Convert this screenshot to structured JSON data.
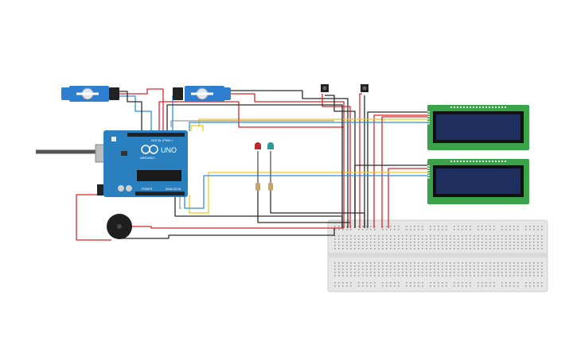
{
  "arduino": {
    "model_label": "UNO",
    "brand_label": "ARDUINO",
    "digital_label": "DIGITAL (PWM~)",
    "power_label": "POWER",
    "analog_label": "ANALOG IN"
  },
  "colors": {
    "wire_red": "#d9262b",
    "wire_black": "#2b2b2b",
    "wire_yellow": "#f2c81f",
    "wire_blue": "#2f8fd6",
    "wire_gray": "#9a9a9a",
    "arduino_board": "#2a7fbf",
    "lcd_pcb": "#3aa34a",
    "lcd_screen": "#1e2e5e",
    "servo_body": "#2f7fd1",
    "breadboard": "#e6e6e6",
    "led_red": "#c0262b",
    "led_teal": "#2a9a9a"
  }
}
